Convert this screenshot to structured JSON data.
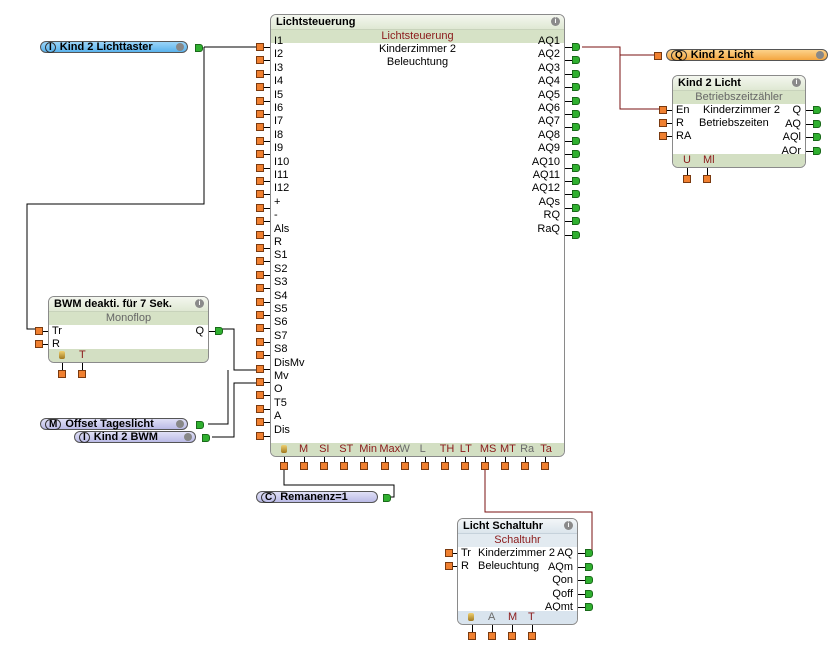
{
  "blocks": {
    "lichtsteuerung": {
      "title": "Lichtsteuerung",
      "type": "Lichtsteuerung",
      "desc1": "Kinderzimmer 2",
      "desc2": "Beleuchtung",
      "inputs": [
        "I1",
        "I2",
        "I3",
        "I4",
        "I5",
        "I6",
        "I7",
        "I8",
        "I9",
        "I10",
        "I11",
        "I12",
        "+",
        "-",
        "Als",
        "R",
        "S1",
        "S2",
        "S3",
        "S4",
        "S5",
        "S6",
        "S7",
        "S8",
        "DisMv",
        "Mv",
        "O",
        "T5",
        "A",
        "Dis"
      ],
      "outputs": [
        "AQ1",
        "AQ2",
        "AQ3",
        "AQ4",
        "AQ5",
        "AQ6",
        "AQ7",
        "AQ8",
        "AQ9",
        "AQ10",
        "AQ11",
        "AQ12",
        "AQs",
        "RQ",
        "RaQ"
      ],
      "params": [
        "M",
        "SI",
        "ST",
        "Min",
        "Max",
        "W",
        "L",
        "TH",
        "LT",
        "MS",
        "MT",
        "Ra",
        "Ta"
      ]
    },
    "betriebszeit": {
      "title": "Kind 2 Licht",
      "type": "Betriebszeitzähler",
      "desc1": "Kinderzimmer 2",
      "desc2": "Betriebszeiten",
      "inputs": [
        "En",
        "R",
        "RA"
      ],
      "outputs": [
        "Q",
        "AQ",
        "AQl",
        "AQr"
      ],
      "params": [
        "U",
        "Ml"
      ]
    },
    "monoflop": {
      "title": "BWM deakti. für 7 Sek.",
      "type": "Monoflop",
      "inputs": [
        "Tr",
        "R"
      ],
      "outputs": [
        "Q"
      ],
      "params": [
        "T"
      ]
    },
    "schaltuhr": {
      "title": "Licht Schaltuhr",
      "type": "Schaltuhr",
      "desc1": "Kinderzimmer 2",
      "desc2": "Beleuchtung",
      "inputs": [
        "Tr",
        "R"
      ],
      "outputs": [
        "AQ",
        "AQm",
        "Qon",
        "Qoff",
        "AQmt"
      ],
      "params": [
        "A",
        "M",
        "T"
      ]
    }
  },
  "connectors": {
    "lichttaster": {
      "tag": "I",
      "label": "Kind 2 Lichttaster"
    },
    "licht_out": {
      "tag": "Q",
      "label": "Kind 2 Licht"
    },
    "offset": {
      "tag": "M",
      "label": "Offset Tageslicht"
    },
    "bwm": {
      "tag": "I",
      "label": "Kind 2 BWM"
    },
    "remanenz": {
      "tag": "C",
      "label": "Remanenz=1"
    }
  },
  "colors": {
    "wire": "#7a1010",
    "input_pin": "#f08030",
    "output_pin": "#30b030",
    "param_text": "#8b1a1a"
  }
}
